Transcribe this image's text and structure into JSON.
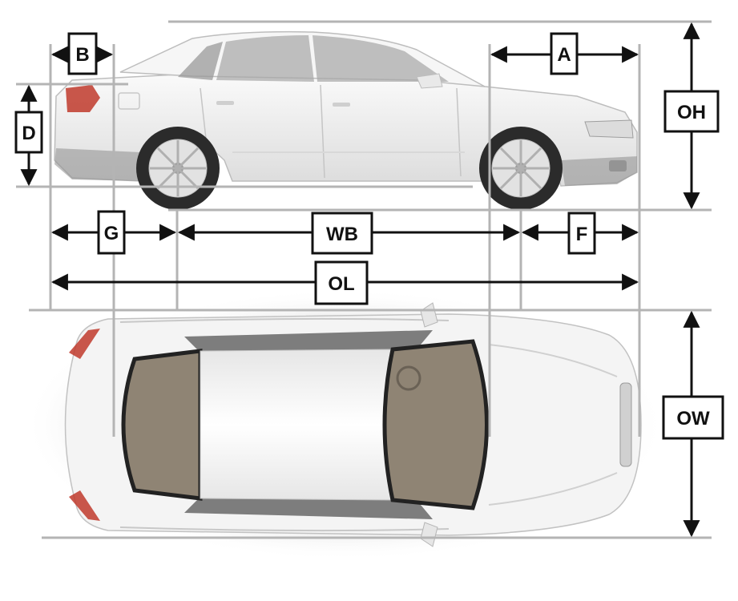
{
  "diagram": {
    "labels": {
      "a": "A",
      "b": "B",
      "d": "D",
      "oh": "OH",
      "g": "G",
      "wb": "WB",
      "f": "F",
      "ol": "OL",
      "ow": "OW"
    },
    "colors": {
      "guide": "#b4b4b4",
      "arrow": "#111111",
      "label_border": "#111111",
      "car_body": "#f1f1f1",
      "car_shade": "#d6d6d6",
      "glass": "#8f8474",
      "tire": "#2b2b2b",
      "taillight": "#c0392b"
    }
  }
}
